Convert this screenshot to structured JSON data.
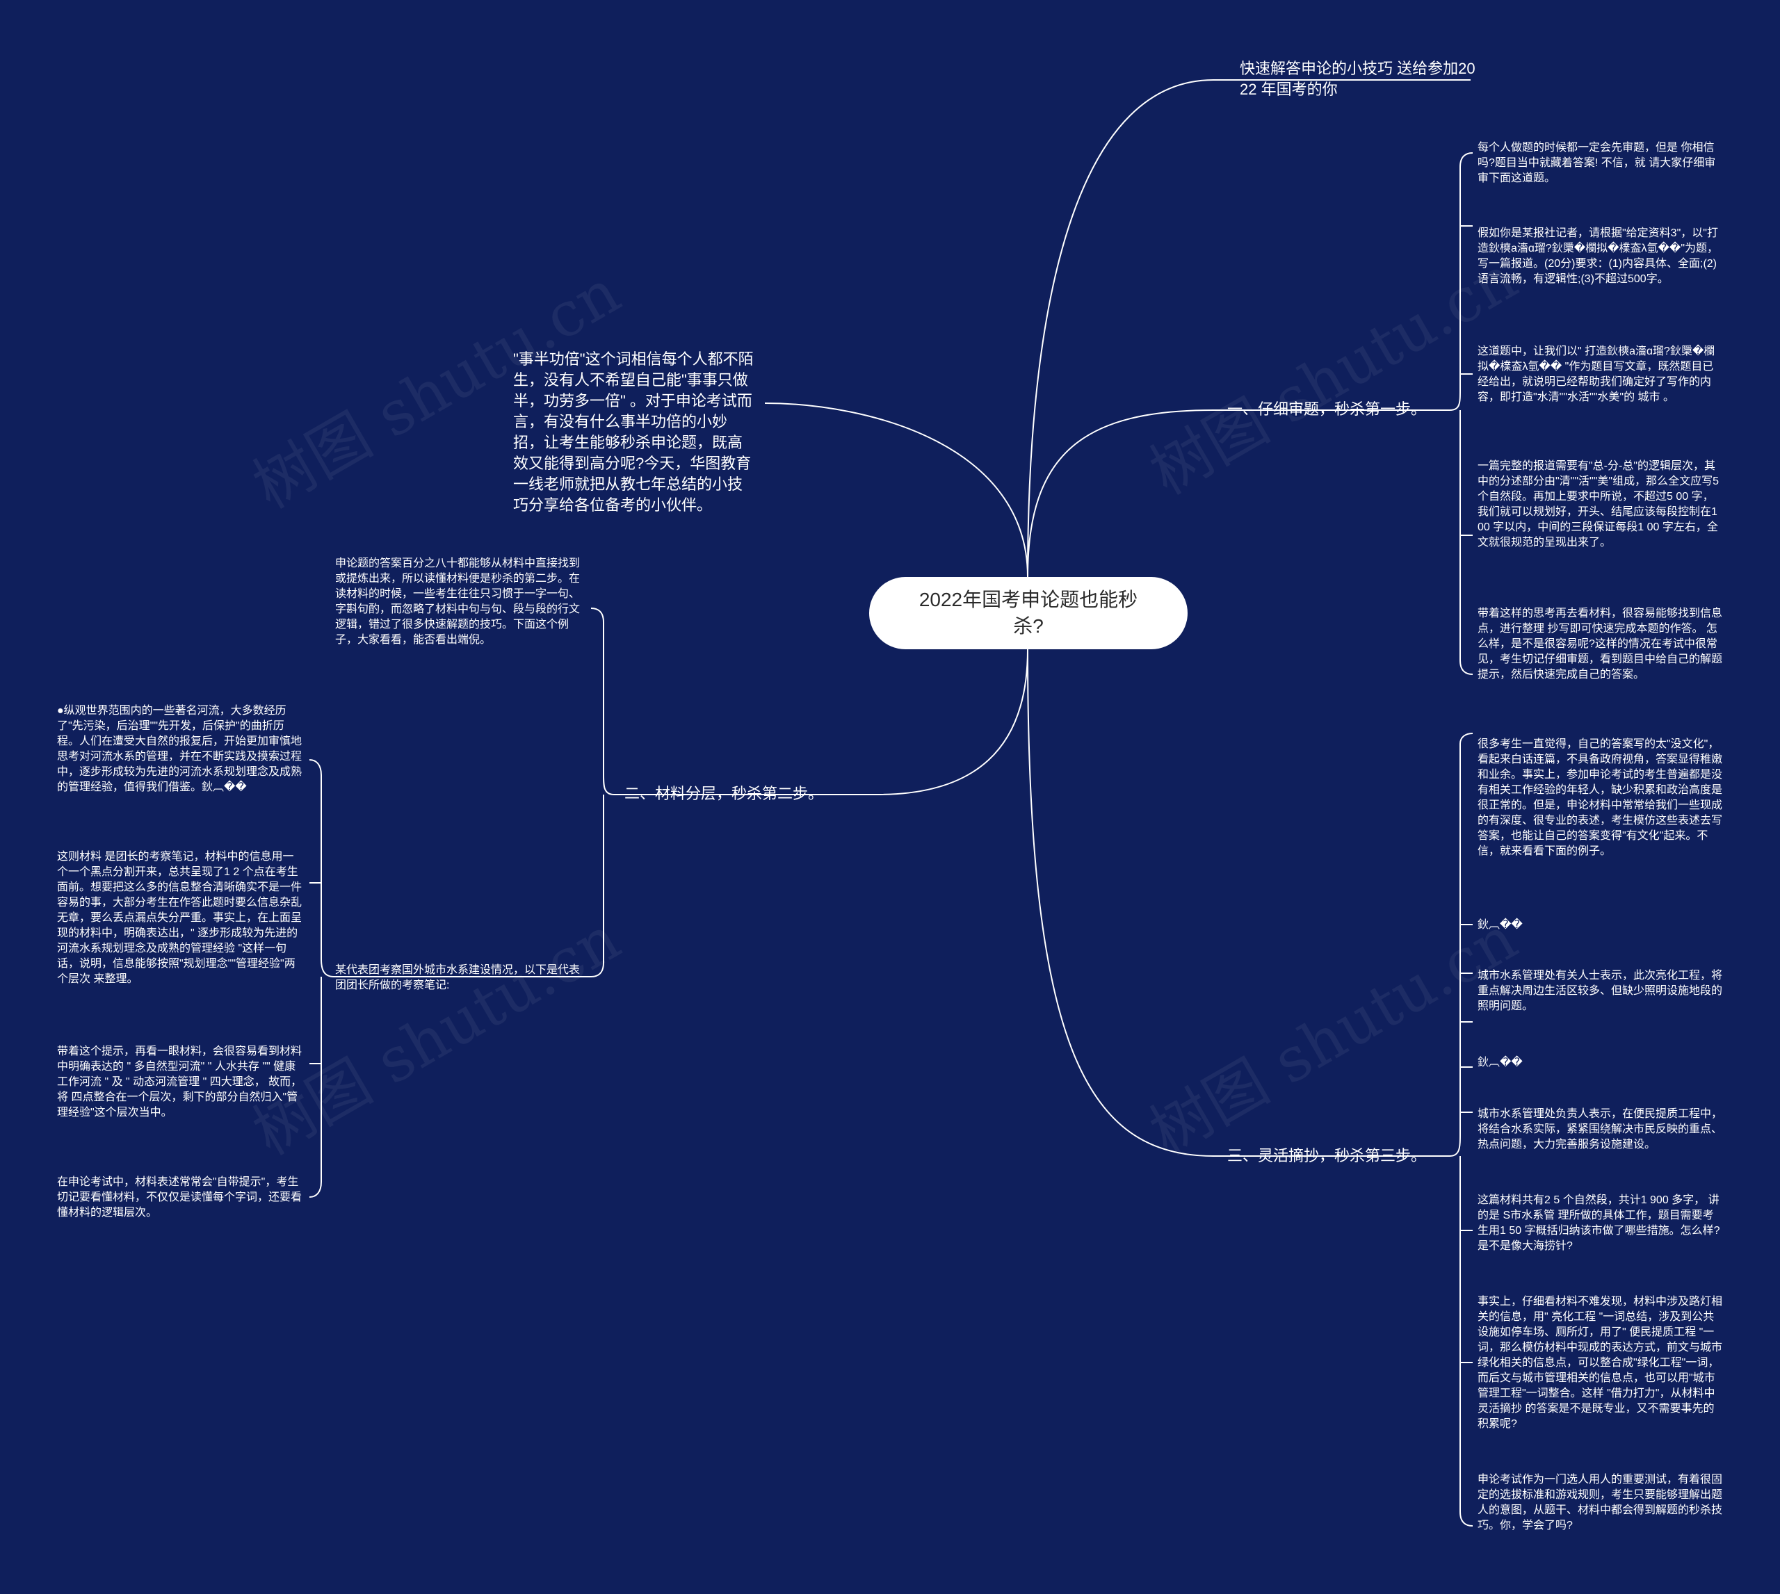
{
  "root": {
    "label": "2022年国考申论题也能秒杀?"
  },
  "intro_text": "\"事半功倍\"这个词相信每个人都不陌生，没有人不希望自己能\"事事只做半，功劳多一倍\" 。对于申论考试而言，有没有什么事半功倍的小妙招，让考生能够秒杀申论题，既高效又能得到高分呢?今天，华图教育一线老师就把从教七年总结的小技巧分享给各位备考的小伙伴。",
  "branches": {
    "top": {
      "label": "快速解答申论的小技巧 送给参加2022 年国考的你"
    },
    "b1": {
      "label": "一、仔细审题，秒杀第一步。",
      "leaves": [
        "每个人做题的时候都一定会先审题，但是 你相信吗?题目当中就藏着答案! 不信，就 请大家仔细审审下面这道题。",
        "假如你是某报社记者，请根据\"给定资料3\"，以\"打造鈥樉a濇ɑ瑠?鈥檃�欄拟�檏盇λ氫��\"为题，写一篇报道。(20分)要求：(1)内容具体、全面;(2)语言流畅，有逻辑性;(3)不超过500字。",
        "这道题中，让我们以\" 打造鈥樉a濇ɑ瑠?鈥檃�欄拟�檏盇λ氫�� \"作为题目写文章，既然题目已经给出，就说明已经帮助我们确定好了写作的内容，即打造\"水清\"\"水活\"\"水美\"的 城市 。",
        "一篇完整的报道需要有\"总-分-总\"的逻辑层次，其中的分述部分由\"清\"\"活\"\"美\"组成，那么全文应写5个自然段。再加上要求中所说，不超过5 00 字，我们就可以规划好，开头、结尾应该每段控制在1 00 字以内，中间的三段保证每段1 00 字左右，全文就很规范的呈现出来了。",
        "带着这样的思考再去看材料，很容易能够找到信息点，进行整理 抄写即可快速完成本题的作答。 怎么样，是不是很容易呢?这样的情况在考试中很常见，考生切记仔细审题，看到题目中给自己的解题提示，然后快速完成自己的答案。"
      ]
    },
    "b2": {
      "label": "二、材料分层，秒杀第二步。",
      "sub1": "申论题的答案百分之八十都能够从材料中直接找到或提炼出来，所以读懂材料便是秒杀的第二步。在读材料的时候，一些考生往往只习惯于一字一句、字斟句酌，而忽略了材料中句与句、段与段的行文逻辑，错过了很多快速解题的技巧。下面这个例子，大家看看，能否看出端倪。",
      "sub2": "某代表团考察国外城市水系建设情况，以下是代表团团长所做的考察笔记:",
      "leaves": [
        "●纵观世界范围内的一些著名河流，大多数经历了\"先污染，后治理\"\"先开发，后保护\"的曲折历程。人们在遭受大自然的报复后，开始更加审慎地思考对河流水系的管理，并在不断实践及摸索过程中，逐步形成较为先进的河流水系规划理念及成熟的管理经验，值得我们借鉴。鈥︹��",
        "这则材料 是团长的考察笔记，材料中的信息用一个一个黑点分割开来，总共呈现了1 2 个点在考生面前。想要把这么多的信息整合清晰确实不是一件容易的事，大部分考生在作答此题时要么信息杂乱无章，要么丢点漏点失分严重。事实上，在上面呈现的材料中，明确表达出，\" 逐步形成较为先进的河流水系规划理念及成熟的管理经验 \"这样一句话，说明，信息能够按照\"规划理念\"\"管理经验\"两个层次 来整理。",
        "带着这个提示，再看一眼材料，会很容易看到材料中明确表达的 \" 多自然型河流\" \" 人水共存 \"\" 健康工作河流 \" 及 \" 动态河流管理 \" 四大理念， 故而，将 四点整合在一个层次，剩下的部分自然归入\"管理经验\"这个层次当中。",
        "在申论考试中，材料表述常常会\"自带提示\"，考生切记要看懂材料，不仅仅是读懂每个字词，还要看懂材料的逻辑层次。"
      ]
    },
    "b3": {
      "label": "三、灵活摘抄，秒杀第三步。",
      "leaves": [
        "很多考生一直觉得，自己的答案写的太\"没文化\"，看起来白话连篇，不具备政府视角，答案显得稚嫩和业余。事实上，参加申论考试的考生普遍都是没有相关工作经验的年轻人，缺少积累和政治高度是很正常的。但是，申论材料中常常给我们一些现成的有深度、很专业的表述，考生模仿这些表述去写答案，也能让自己的答案变得\"有文化\"起来。不信，就来看看下面的例子。",
        "鈥︹��",
        "城市水系管理处有关人士表示，此次亮化工程，将重点解决周边生活区较多、但缺少照明设施地段的照明问题。",
        "鈥︹��",
        "城市水系管理处负责人表示，在便民提质工程中，将结合水系实际，紧紧围绕解决市民反映的重点、热点问题，大力完善服务设施建设。",
        "这篇材料共有2 5 个自然段，共计1 900 多字， 讲的是 S市水系管 理所做的具体工作，题目需要考生用1 50 字概括归纳该市做了哪些措施。怎么样?是不是像大海捞针?",
        "事实上，仔细看材料不难发现，材料中涉及路灯相关的信息，用\" 亮化工程 \"一词总结，涉及到公共设施如停车场、厕所灯，用了\" 便民提质工程 \"一词，那么模仿材料中现成的表达方式，前文与城市绿化相关的信息点，可以整合成\"绿化工程\"一词，而后文与城市管理相关的信息点，也可以用\"城市管理工程\"一词整合。这样 \"借力打力\"，从材料中灵活摘抄 的答案是不是既专业，又不需要事先的积累呢?",
        "申论考试作为一门选人用人的重要测试，有着很固定的选拔标准和游戏规则，考生只要能够理解出题人的意图，从题干、材料中都会得到解题的秒杀技巧。你，学会了吗?"
      ]
    }
  },
  "watermark": "树图 shutu.cn",
  "colors": {
    "background": "#0f1f5c",
    "line": "#ffffff",
    "root_fill": "#ffffff"
  }
}
